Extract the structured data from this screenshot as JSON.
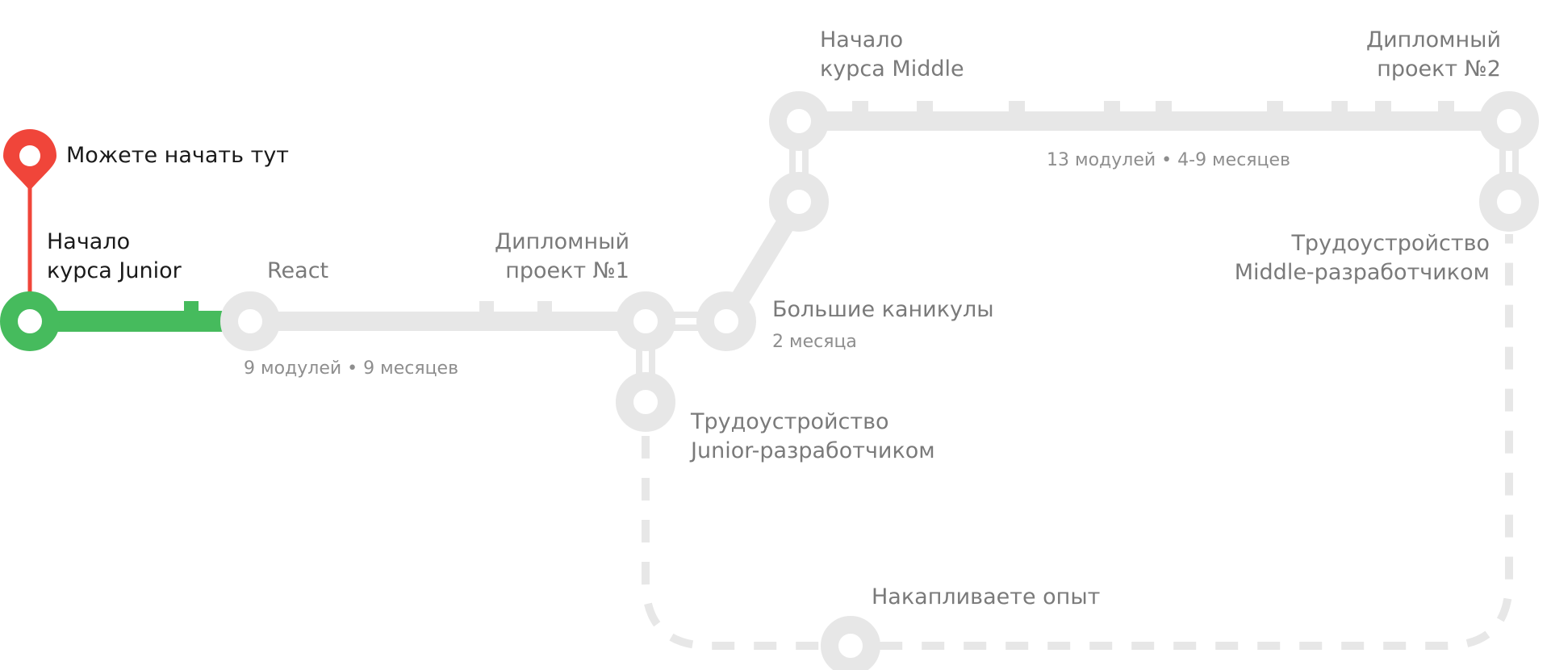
{
  "colors": {
    "track": "#e7e7e7",
    "active": "#46bb5d",
    "pin": "#f0453a",
    "text_dark": "#1a1a1a",
    "text_muted": "#7a7a7a"
  },
  "pin": {
    "label": "Можете начать тут"
  },
  "stations": {
    "junior_start": {
      "line1": "Начало",
      "line2": "курса Junior"
    },
    "react": {
      "label": "React"
    },
    "diploma_1": {
      "line1": "Дипломный",
      "line2": "проект №1"
    },
    "job_junior": {
      "line1": "Трудоустройство",
      "line2": "Junior-разработчиком"
    },
    "big_break": {
      "label": "Большие каникулы",
      "sub": "2 месяца"
    },
    "middle_start": {
      "line1": "Начало",
      "line2": "курса Middle"
    },
    "diploma_2": {
      "line1": "Дипломный",
      "line2": "проект №2"
    },
    "job_middle": {
      "line1": "Трудоустройство",
      "line2": "Middle-разработчиком"
    },
    "experience": {
      "label": "Накапливаете опыт"
    }
  },
  "segments": {
    "react_info": "9 модулей • 9 месяцев",
    "middle_info": "13 модулей • 4-9 месяцев"
  }
}
